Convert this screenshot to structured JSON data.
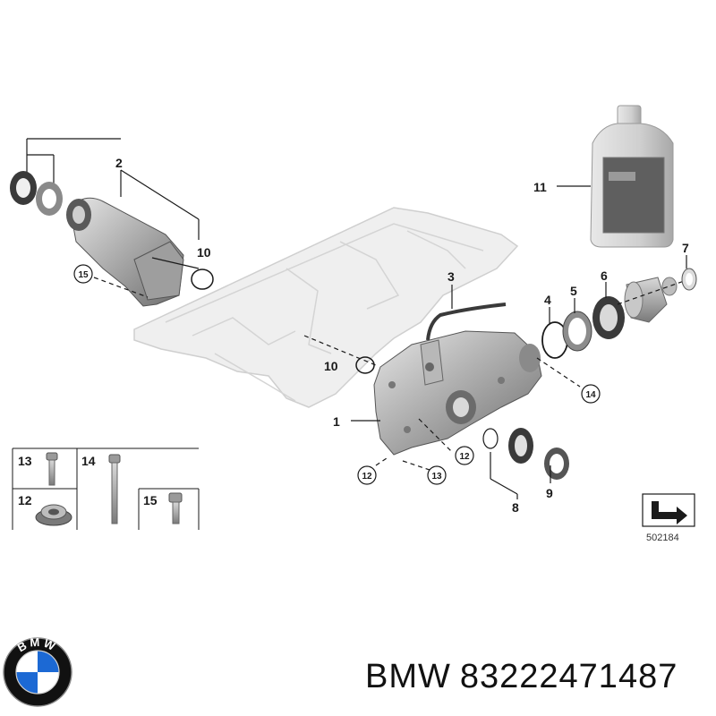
{
  "callouts": {
    "n1": "1",
    "n2": "2",
    "n3": "3",
    "n4": "4",
    "n5": "5",
    "n6": "6",
    "n7": "7",
    "n8": "8",
    "n9": "9",
    "n10a": "10",
    "n10b": "10",
    "n11": "11",
    "n12a": "12",
    "n12b": "12",
    "n13": "13",
    "n14": "14",
    "n15": "15"
  },
  "legend": {
    "t13": "13",
    "t14": "14",
    "t12": "12",
    "t15": "15"
  },
  "reference_number": "502184",
  "logo": {
    "text": "BMW",
    "colors": {
      "blue": "#1c69d4",
      "white": "#ffffff",
      "ring": "#111111"
    }
  },
  "caption": {
    "brand": "BMW",
    "part_number": "83222471487"
  }
}
